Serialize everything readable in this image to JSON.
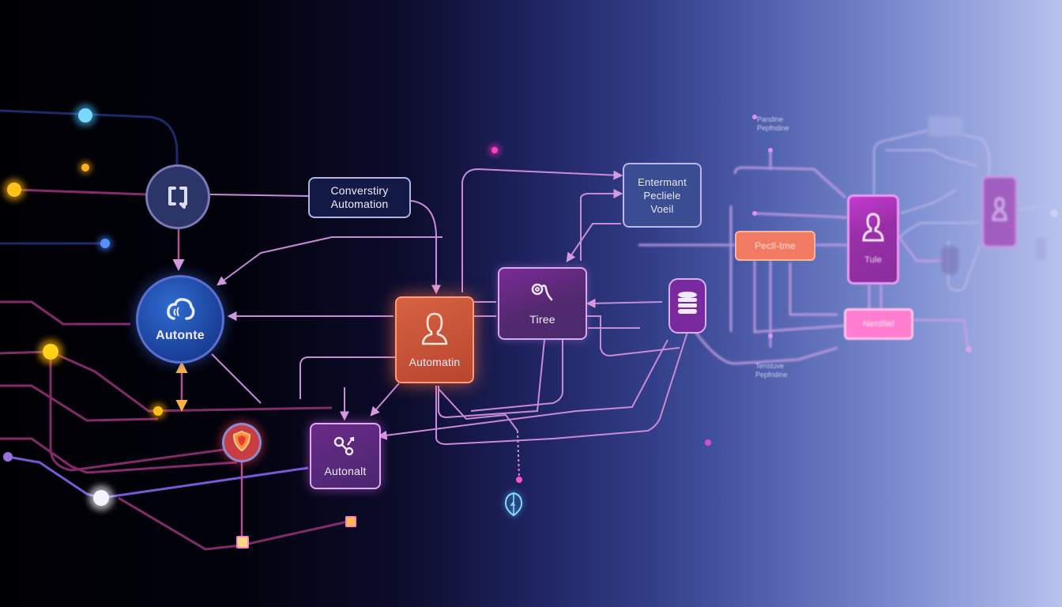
{
  "diagram": {
    "title": "",
    "theme": {
      "background_left": "#000004",
      "background_right": "#b8c2ee",
      "wire_color": "#c980d6",
      "glow_orange": "#ff7a4a",
      "glow_yellow": "#ffc21a",
      "glow_blue": "#5ad0ff"
    },
    "nodes": {
      "chat_hub": {
        "label": "",
        "icon": "chat-bubble-icon"
      },
      "conversation_box": {
        "label_line1": "Converstiry",
        "label_line2": "Automation"
      },
      "autonte_hub": {
        "label": "Autonte",
        "icon": "cloud-refresh-icon"
      },
      "automation_user": {
        "label": "Automatin",
        "icon": "user-icon"
      },
      "tree_node": {
        "label": "Tiree",
        "icon": "magnifier-curve-icon"
      },
      "autonalt_node": {
        "label": "Autonalt",
        "icon": "share-search-icon"
      },
      "enterprise_box": {
        "label_line1": "Entermant",
        "label_line2": "Pecliele",
        "label_line3": "Voeil"
      },
      "database_node": {
        "label": "",
        "icon": "database-icon"
      },
      "shield_node": {
        "label": "",
        "icon": "shield-icon"
      },
      "pin_node": {
        "label": "",
        "icon": "location-pin-icon"
      },
      "coral_pill": {
        "label": "Pecll-tme"
      },
      "tall_user_card": {
        "label": "Tule",
        "icon": "user-icon"
      },
      "tall_user_card_2": {
        "label": "",
        "icon": "user-icon"
      },
      "pink_pill": {
        "label": "Nerdfiel"
      },
      "faint_box_top": {
        "label": ""
      }
    },
    "annotations": {
      "top_caption_line1": "Pandine",
      "top_caption_line2": "Pepfndine",
      "bottom_caption_line1": "Tenstuve",
      "bottom_caption_line2": "Pepfndine"
    }
  }
}
